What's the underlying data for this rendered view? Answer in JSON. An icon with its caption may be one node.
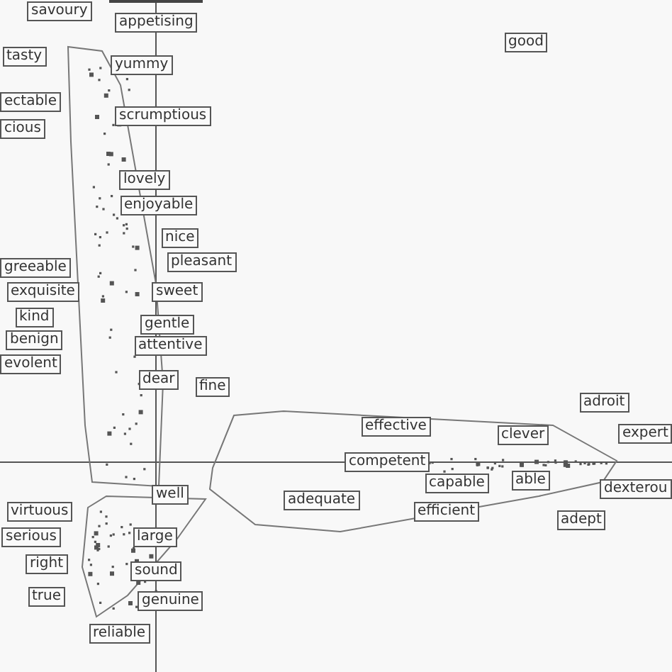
{
  "diagram": {
    "labels": [
      "savoury",
      "appetising",
      "tasty",
      "yummy",
      "good",
      "ectable",
      "cious",
      "scrumptious",
      "lovely",
      "enjoyable",
      "nice",
      "greeable",
      "pleasant",
      "exquisite",
      "sweet",
      "kind",
      "gentle",
      "benign",
      "attentive",
      "evolent",
      "dear",
      "fine",
      "adroit",
      "effective",
      "clever",
      "expert",
      "competent",
      "capable",
      "able",
      "well",
      "adequate",
      "dexterou",
      "virtuous",
      "efficient",
      "adept",
      "serious",
      "large",
      "right",
      "sound",
      "true",
      "genuine",
      "reliable"
    ]
  }
}
